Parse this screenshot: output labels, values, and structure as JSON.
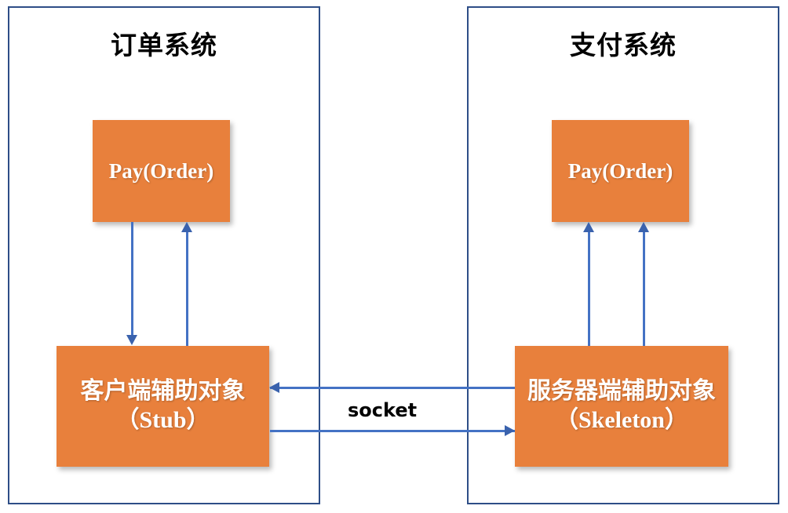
{
  "diagram": {
    "title": "RPC Stub / Skeleton socket communication diagram",
    "colors": {
      "panel_border": "#2e4e87",
      "box_fill": "#e8803c",
      "box_text": "#ffffff",
      "connector": "#4472c4",
      "arrowhead": "#3a62ad",
      "background": "#ffffff"
    },
    "panels": [
      {
        "id": "order-system",
        "title": "订单系统"
      },
      {
        "id": "pay-system",
        "title": "支付系统"
      }
    ],
    "boxes": [
      {
        "id": "order-pay",
        "label": "Pay(Order)"
      },
      {
        "id": "pay-pay",
        "label": "Pay(Order)"
      },
      {
        "id": "stub",
        "label": "客户端辅助对象\n（Stub）"
      },
      {
        "id": "skeleton",
        "label": "服务器端辅助对象\n（Skeleton）"
      }
    ],
    "edges": [
      {
        "id": "order-pay-to-stub",
        "from": "order-pay",
        "to": "stub",
        "direction": "down",
        "label": ""
      },
      {
        "id": "stub-to-order-pay",
        "from": "stub",
        "to": "order-pay",
        "direction": "up",
        "label": ""
      },
      {
        "id": "skeleton-to-pay-pay-1",
        "from": "skeleton",
        "to": "pay-pay",
        "direction": "up",
        "label": ""
      },
      {
        "id": "skeleton-to-pay-pay-2",
        "from": "skeleton",
        "to": "pay-pay",
        "direction": "up",
        "label": ""
      },
      {
        "id": "skeleton-to-stub",
        "from": "skeleton",
        "to": "stub",
        "direction": "left",
        "label": "socket"
      },
      {
        "id": "stub-to-skeleton",
        "from": "stub",
        "to": "skeleton",
        "direction": "right",
        "label": "socket"
      }
    ],
    "labels": {
      "socket": "socket"
    }
  }
}
